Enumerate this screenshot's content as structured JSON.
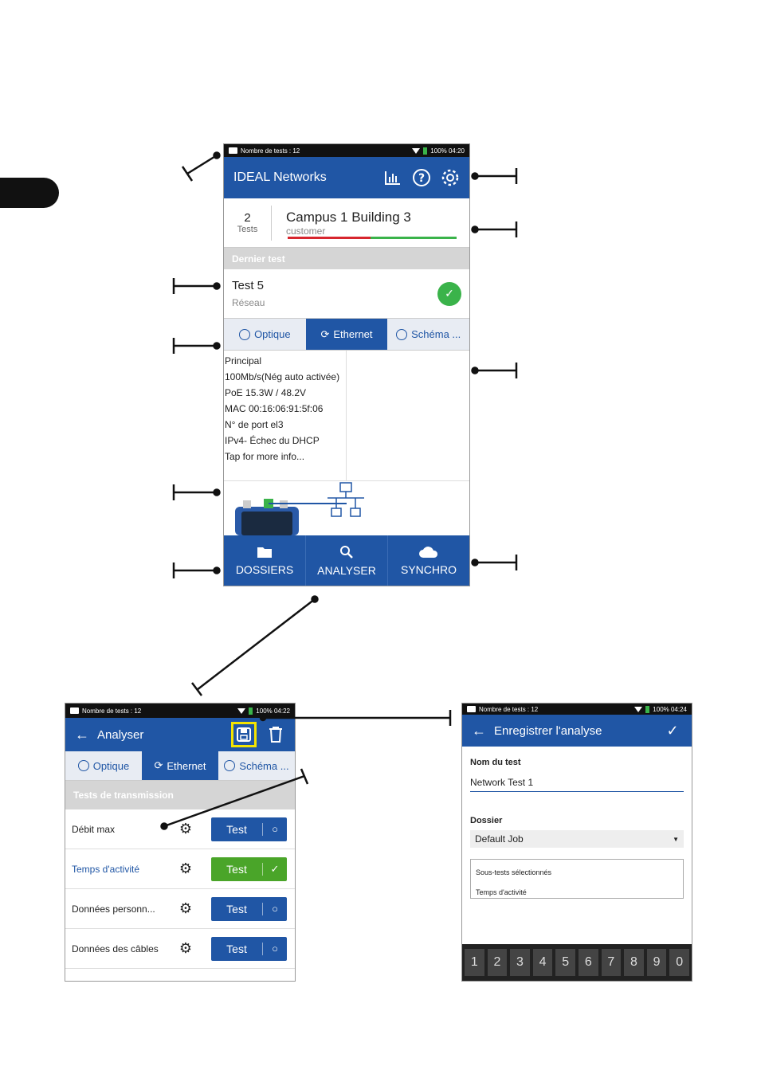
{
  "main": {
    "status": {
      "left": "Nombre de tests : 12",
      "right": "100% 04:20"
    },
    "header": {
      "title": "IDEAL Networks",
      "icons": [
        "chart-icon",
        "help-icon",
        "gear-icon"
      ]
    },
    "project": {
      "count": "2",
      "count_label": "Tests",
      "name": "Campus 1 Building 3",
      "subtitle": "customer"
    },
    "last_test_header": "Dernier test",
    "last_test": {
      "name": "Test 5",
      "type": "Réseau"
    },
    "tabs": [
      "Optique",
      "Ethernet",
      "Schéma ..."
    ],
    "details": [
      "Principal",
      "100Mb/s(Nég auto activée)",
      "PoE 15.3W / 48.2V",
      "MAC 00:16:06:91:5f:06",
      "N° de port el3",
      "IPv4- Échec du DHCP",
      "Tap for more info..."
    ],
    "nav": [
      "DOSSIERS",
      "ANALYSER",
      "SYNCHRO"
    ]
  },
  "analyser": {
    "status": {
      "left": "Nombre de tests : 12",
      "right": "100% 04:22"
    },
    "header": {
      "title": "Analyser"
    },
    "tabs": [
      "Optique",
      "Ethernet",
      "Schéma ..."
    ],
    "section": "Tests de transmission",
    "rows": [
      {
        "name": "Débit max",
        "button": "Test",
        "state": "○"
      },
      {
        "name": "Temps d'activité",
        "button": "Test",
        "state": "✓"
      },
      {
        "name": "Données personn...",
        "button": "Test",
        "state": "○"
      },
      {
        "name": "Données des câbles",
        "button": "Test",
        "state": "○"
      }
    ]
  },
  "save": {
    "status": {
      "left": "Nombre de tests : 12",
      "right": "100% 04:24"
    },
    "header": {
      "title": "Enregistrer l'analyse"
    },
    "name_label": "Nom du test",
    "name_value": "Network Test 1",
    "folder_label": "Dossier",
    "folder_value": "Default Job",
    "box_title": "Sous-tests sélectionnés",
    "box_item": "Temps d'activité",
    "keys": [
      "1",
      "2",
      "3",
      "4",
      "5",
      "6",
      "7",
      "8",
      "9",
      "0"
    ]
  },
  "colors": {
    "brand_blue": "#2056a5",
    "pass_green": "#3ab34a",
    "fail_red": "#d7262e",
    "highlight": "#f4e400"
  }
}
